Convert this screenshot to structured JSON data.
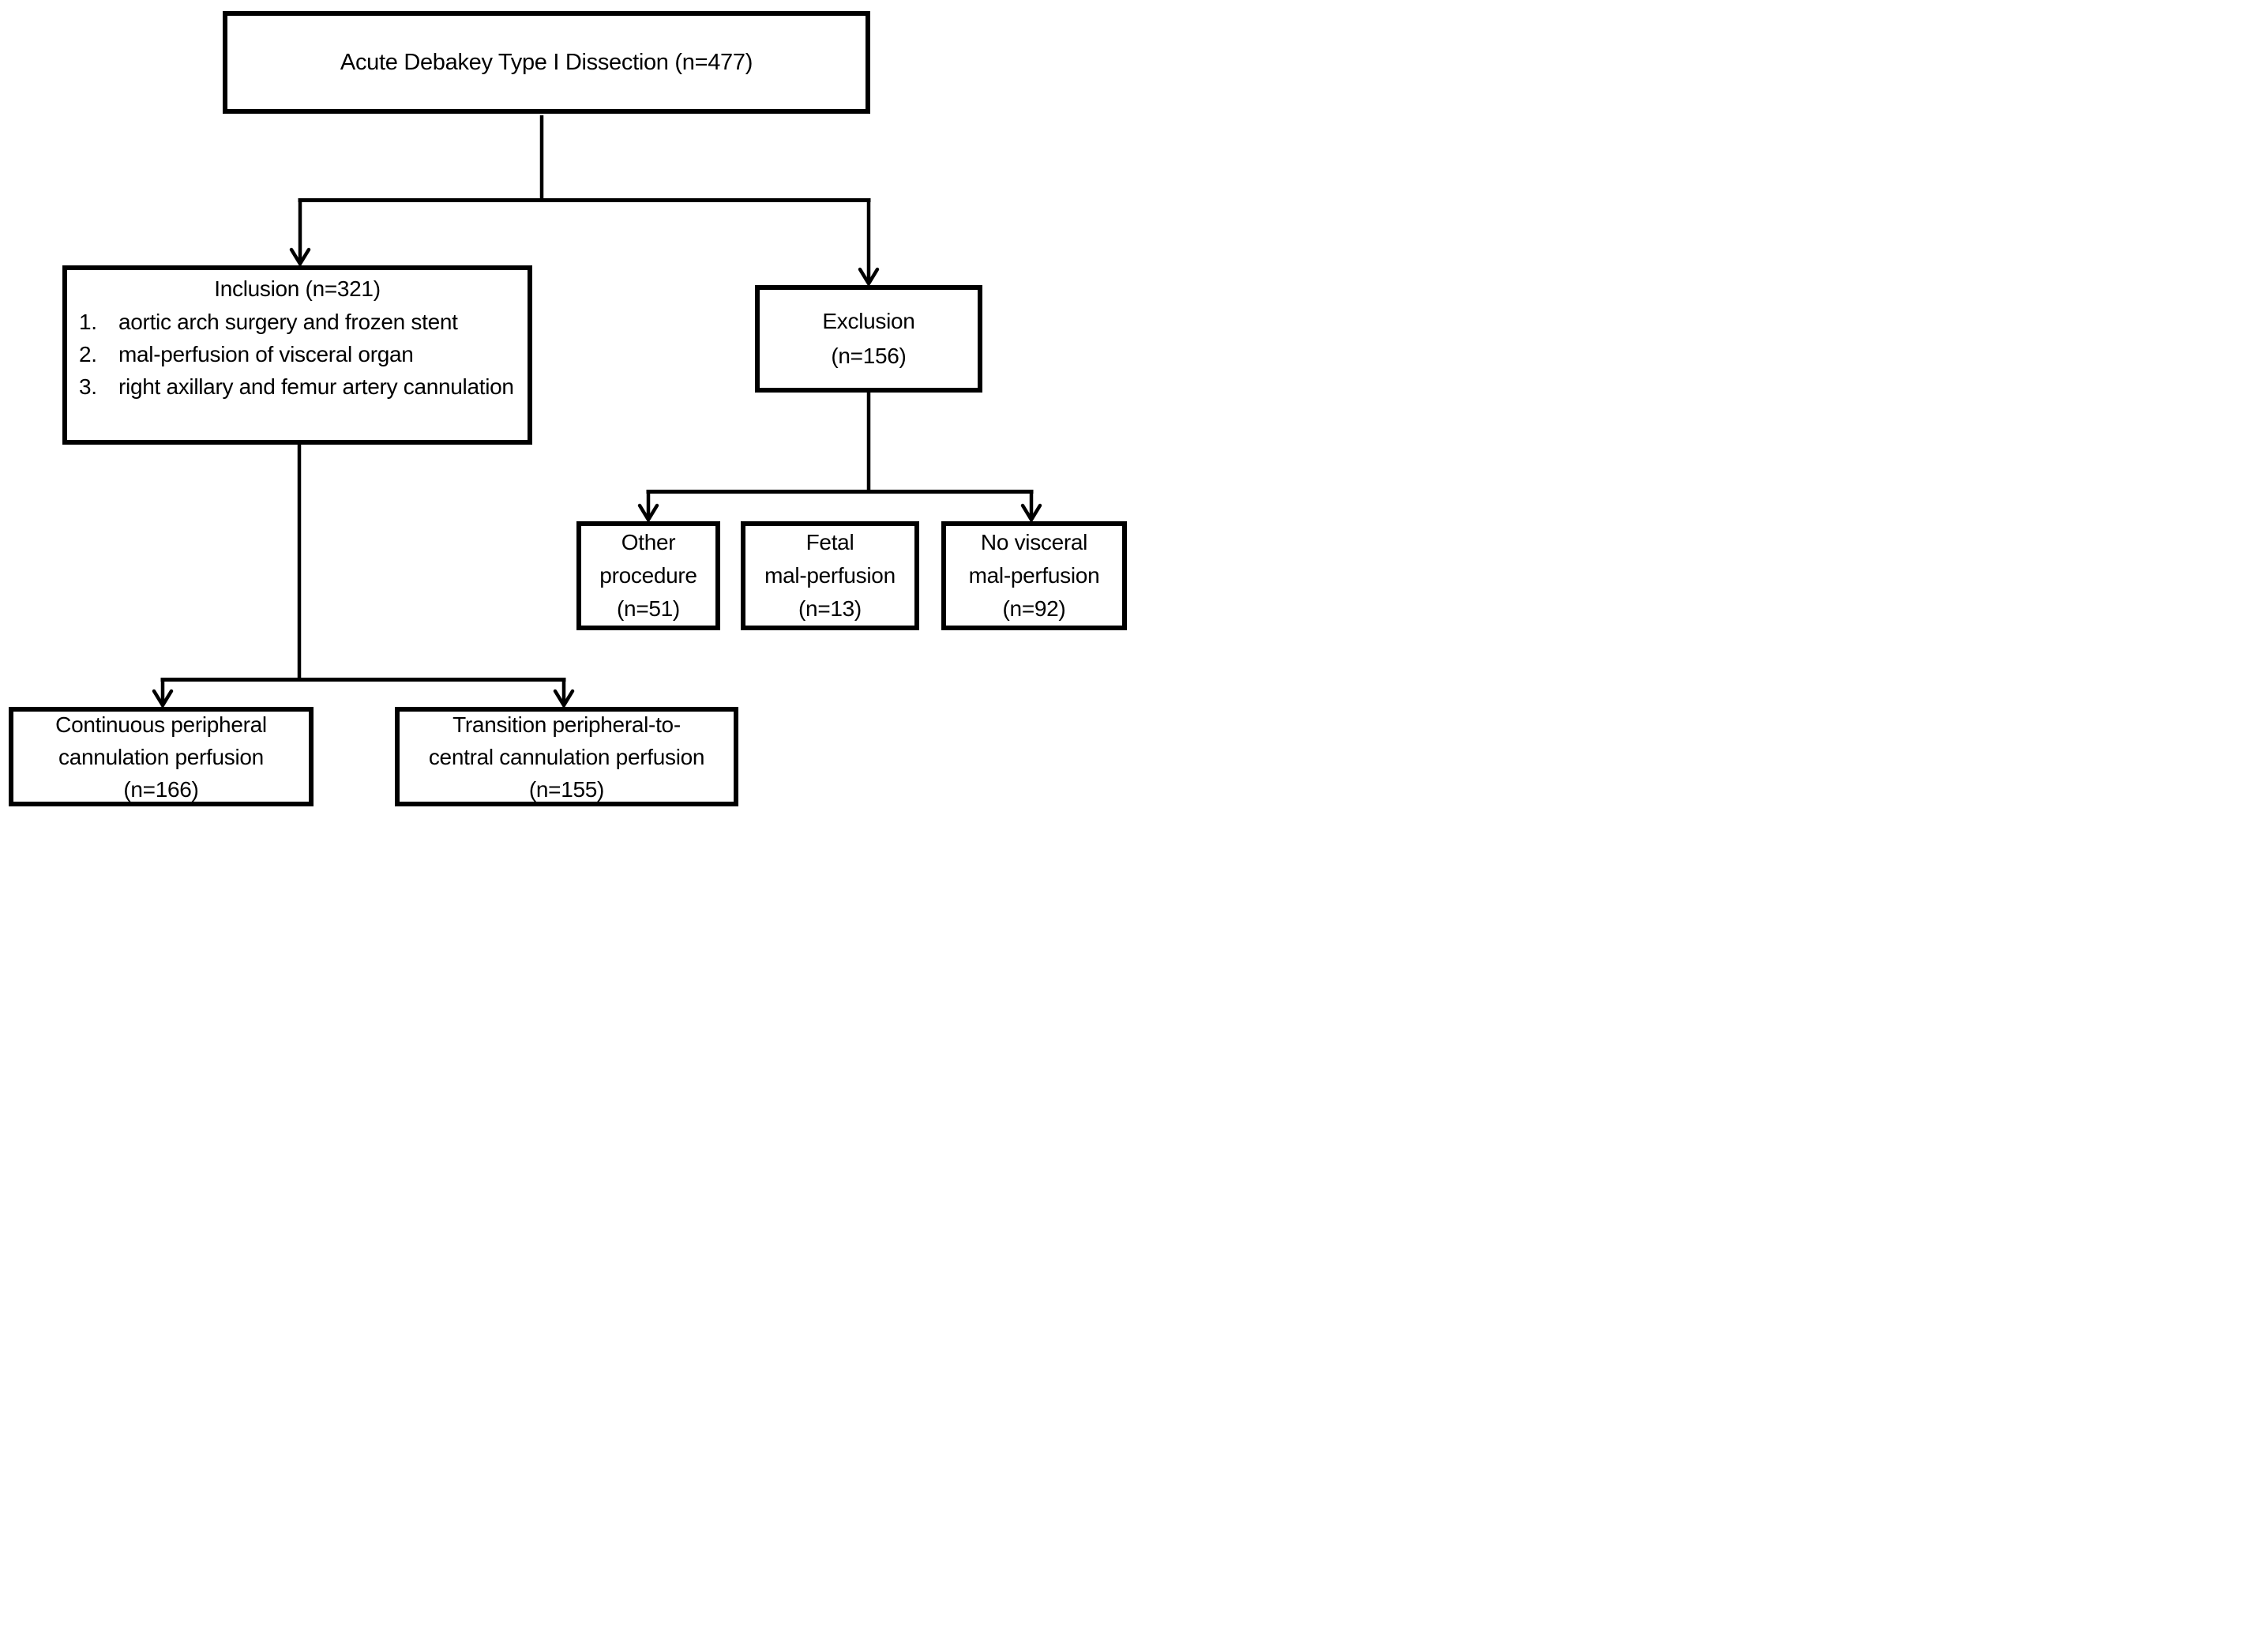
{
  "nodes": {
    "root": {
      "label": "Acute Debakey Type I Dissection (n=477)"
    },
    "inclusion": {
      "title": "Inclusion (n=321)",
      "criteria": [
        {
          "num": "1.",
          "text": "aortic arch surgery and frozen stent"
        },
        {
          "num": "2.",
          "text": "mal-perfusion of visceral organ"
        },
        {
          "num": "3.",
          "text": "right axillary and femur artery cannulation"
        }
      ]
    },
    "exclusion": {
      "lines": [
        "Exclusion",
        "(n=156)"
      ]
    },
    "other_procedure": {
      "lines": [
        "Other",
        "procedure",
        "(n=51)"
      ]
    },
    "fetal_malperfusion": {
      "lines": [
        "Fetal",
        "mal-perfusion",
        "(n=13)"
      ]
    },
    "no_visceral_malperfusion": {
      "lines": [
        "No visceral",
        "mal-perfusion",
        "(n=92)"
      ]
    },
    "continuous_peripheral": {
      "lines": [
        "Continuous peripheral",
        "cannulation perfusion",
        "(n=166)"
      ]
    },
    "transition_peripheral_central": {
      "lines": [
        "Transition peripheral-to-",
        "central cannulation perfusion",
        "(n=155)"
      ]
    }
  },
  "colors": {
    "line": "#000000",
    "background": "#ffffff"
  }
}
